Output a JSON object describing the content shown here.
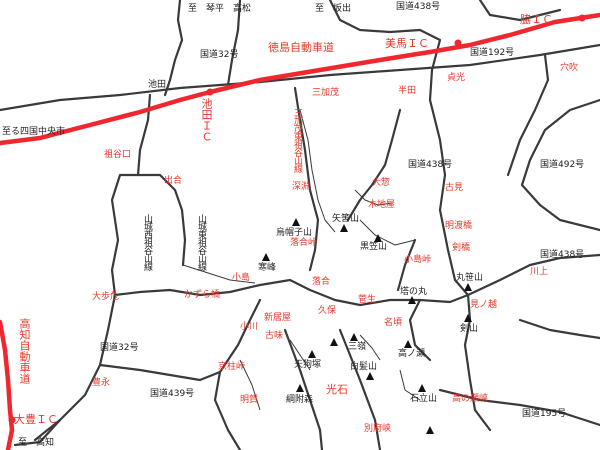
{
  "map": {
    "colors": {
      "expressway": "#f0272e",
      "road": "#3a3a3a",
      "red_label": "#e8382a",
      "text": "#222222"
    },
    "road_labels": {
      "to_kotohira_takamatsu": "至　琴平　高松",
      "to_sakade": "至　坂出",
      "route438_top": "国道438号",
      "route32_north": "国道32号",
      "route192": "国道192号",
      "ikeda": "池田",
      "to_shikoku_chuo": "至る四国中央市",
      "route438_mid": "国道438号",
      "route492": "国道492号",
      "route438_east": "国道438号",
      "route32_south": "国道32号",
      "route439": "国道439号",
      "route195": "国道195号",
      "to_kochi": "至　高知"
    },
    "expressway_labels": {
      "tokushima_expressway": "徳島自動車道",
      "wakimachi_ic": "脇ＩＣ",
      "mima_ic": "美馬ＩＣ",
      "ikeda_ic": "池田ＩＣ",
      "kochi_expressway": "高知自動車道",
      "otoyo_ic": "大豊ＩＣ"
    },
    "red_places": {
      "anabuki": "穴吹",
      "sadamitsu": "貞光",
      "handa": "半田",
      "sankamo": "三加茂",
      "sankamo_route": "三加茂東祖谷山線",
      "fukabuchi": "深淵",
      "iyaguchi": "祖谷口",
      "deai": "出合",
      "ohbora": "大惣",
      "kijiya": "木地屋",
      "kohmi": "古見",
      "akebashi": "明渡橋",
      "tsurugibashi": "剣橋",
      "ochiai_pass": "落合峠",
      "kojima_pass": "小島峠",
      "kawakami": "川上",
      "ohboke": "大歩危",
      "kazurabashi": "かずら橋",
      "kojima": "小島",
      "ochiai": "落合",
      "kubo": "久保",
      "suge": "菅生",
      "minokoshi": "見ノ越",
      "nagoro": "名頃",
      "niiyashiki": "新居屋",
      "ogawa": "小川",
      "furumi": "古味",
      "kyobashira_pass": "京柱峠",
      "toyonaga": "豊永",
      "myojo": "明賀",
      "mitsuishi": "光石",
      "takanosedaki": "高の瀬峡",
      "beppukyo": "別府峡"
    },
    "black_routes": {
      "yamashiro_nishi": "山城西祖谷山線",
      "yamashiro_higashi": "山城東祖谷山線"
    },
    "mountains": {
      "eboshi": "烏帽子山",
      "yasasa": "矢筈山",
      "kurokasa": "黒笠山",
      "kanmine": "寒峰",
      "tonomaru": "塔の丸",
      "marusasa": "丸笹山",
      "tsurugi": "剣山",
      "santore": "三嶺",
      "takanose": "高ノ瀬",
      "tenguzuka": "天狗塚",
      "shiragayama": "白髪山",
      "tsunafuchi": "綱附森",
      "ishidate": "石立山"
    }
  }
}
